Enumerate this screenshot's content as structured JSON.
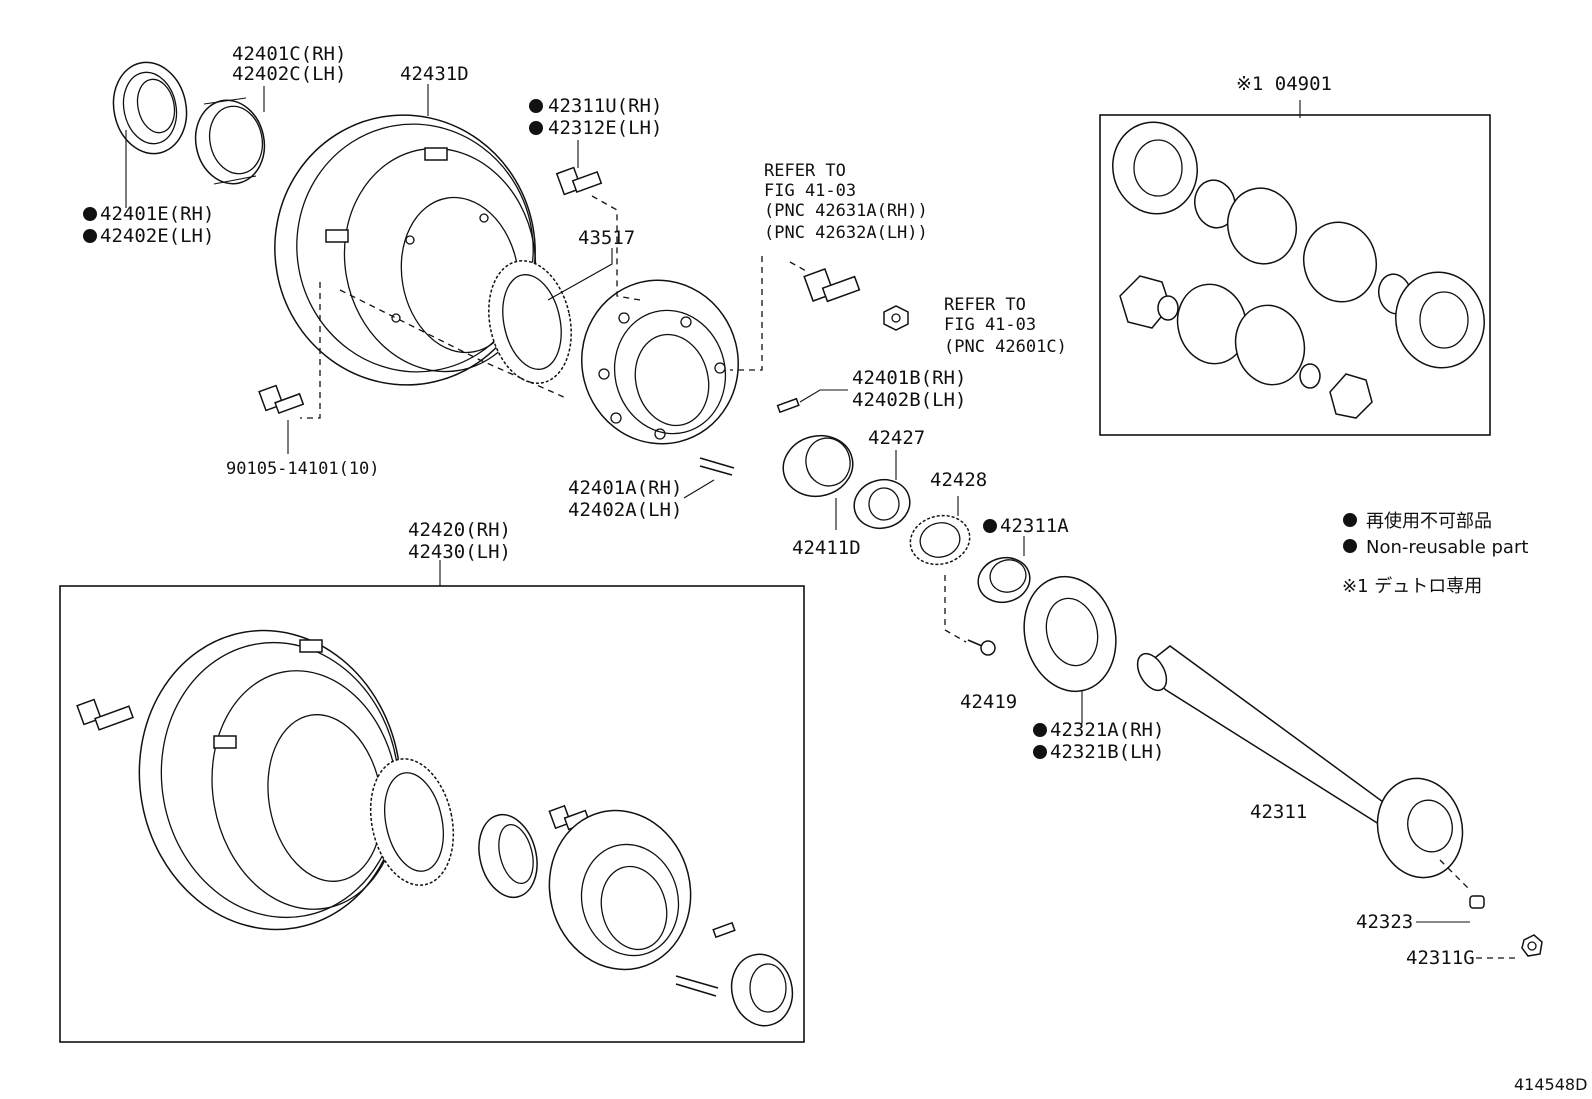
{
  "labels": {
    "p42401C": [
      "42401C(RH)",
      "42402C(LH)"
    ],
    "p42431D": "42431D",
    "p42311U": [
      "42311U(RH)",
      "42312E(LH)"
    ],
    "p42401E": [
      "42401E(RH)",
      "42402E(LH)"
    ],
    "p43517": "43517",
    "refer1": [
      "REFER TO",
      "FIG 41-03",
      "(PNC 42631A(RH))",
      "(PNC 42632A(LH))"
    ],
    "refer2": [
      "REFER TO",
      "FIG 41-03",
      "(PNC 42601C)"
    ],
    "p90105": "90105-14101(10)",
    "p42401B": [
      "42401B(RH)",
      "42402B(LH)"
    ],
    "p42401A": [
      "42401A(RH)",
      "42402A(LH)"
    ],
    "p42427": "42427",
    "p42428": "42428",
    "p42411D": "42411D",
    "p42311A": "42311A",
    "p42420": [
      "42420(RH)",
      "42430(LH)"
    ],
    "p42419": "42419",
    "p42321A": [
      "42321A(RH)",
      "42321B(LH)"
    ],
    "p42311": "42311",
    "p42323": "42323",
    "p42311G": "42311G",
    "p04901": "※1 04901"
  },
  "legend": {
    "non_reusable_ja": "再使用不可部品",
    "non_reusable_en": "Non-reusable part",
    "note_ja": "※1 デュトロ専用"
  },
  "figure_code": "414548D"
}
